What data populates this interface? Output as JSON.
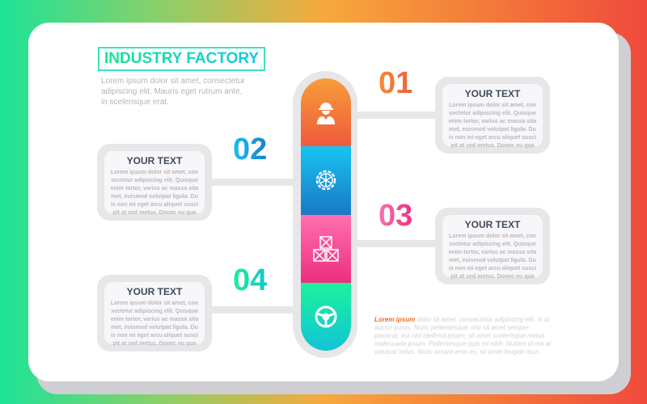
{
  "title": "INDUSTRY FACTORY",
  "intro": "Lorem ipsum dolor sit amet, consectetur adipiscing elit. Mauris eget rutrum ante, in scelerisque erat.",
  "steps": [
    {
      "number": "01",
      "heading": "YOUR TEXT",
      "body": "Lorem ipsum dolor sit amet, con sectetur adipiscing elit. Quisque enim tortor, varius ac massa sita met, euismod volutpat ligula. Du is non mi eget arcu aliquet susci pit at sed metus. Donec eu qua",
      "icon": "worker-icon",
      "color": "#f26a3b"
    },
    {
      "number": "02",
      "heading": "YOUR TEXT",
      "body": "Lorem ipsum dolor sit amet, con sectetur adipiscing elit. Quisque enim tortor, varius ac massa sita met, euismod volutpat ligula. Du is non mi eget arcu aliquet susci pit at sed metus. Donec eu qua",
      "icon": "gear-icon",
      "color": "#1a8fd6"
    },
    {
      "number": "03",
      "heading": "YOUR TEXT",
      "body": "Lorem ipsum dolor sit amet, con sectetur adipiscing elit. Quisque enim tortor, varius ac massa sita met, euismod volutpat ligula. Du is non mi eget arcu aliquet susci pit at sed metus. Donec eu qua",
      "icon": "boxes-icon",
      "color": "#ef3d86"
    },
    {
      "number": "04",
      "heading": "YOUR TEXT",
      "body": "Lorem ipsum dolor sit amet, con sectetur adipiscing elit. Quisque enim tortor, varius ac massa sita met, euismod volutpat ligula. Du is non mi eget arcu aliquet susci pit at sed metus. Donec eu qua",
      "icon": "steering-wheel-icon",
      "color": "#12d6a6"
    }
  ],
  "footer": {
    "highlight": "Lorem ipsum",
    "text": " dolor sit amet, consectetur adipiscing elit. In id auctor purus. Nunc pellentesque, nisi sit amet semper placerat, est nisl eleifend ipsum, sit amet scelerisque metus malesuada ipsum. Pellentesque quis mi nibh. Nullam id ma at volutpat tellus. Nunc ornare eros ex, sit amet feugiat risus"
  }
}
